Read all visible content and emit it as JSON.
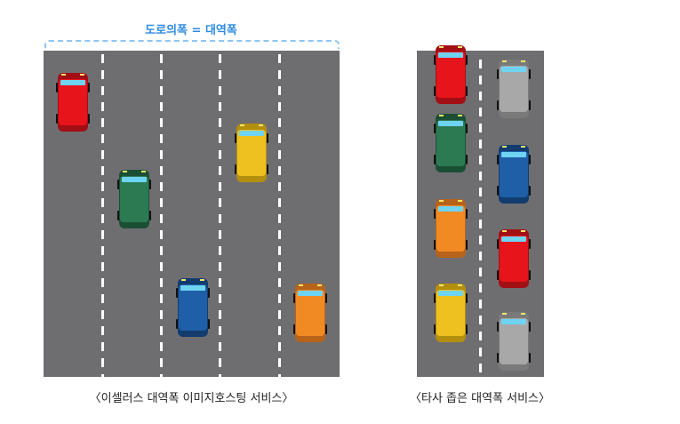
{
  "diagram": {
    "road_width_label": "도로의폭 = 대역폭",
    "caption_left": "〈이셀러스 대역폭 이미지호스팅 서비스〉",
    "caption_right": "〈타사 좁은 대역폭 서비스〉"
  },
  "colors": {
    "road": "#6e6e71",
    "lane_line": "#ffffff",
    "label_blue": "#2e8be0",
    "bracket_blue": "#8ec6f0",
    "windshield": "#6fd3f2",
    "headlight": "#f5e56b",
    "wheel": "#111111"
  },
  "cars": {
    "wide_road": [
      {
        "name": "car-red",
        "color": "#e8141c",
        "dark": "#a20f15"
      },
      {
        "name": "car-green",
        "color": "#2c7a52",
        "dark": "#1b4f33"
      },
      {
        "name": "car-yellow",
        "color": "#eec120",
        "dark": "#b38f0f"
      },
      {
        "name": "car-blue",
        "color": "#1f5fa8",
        "dark": "#123c6e"
      },
      {
        "name": "car-orange",
        "color": "#f28a24",
        "dark": "#b8631a"
      }
    ],
    "narrow_road": [
      {
        "name": "car-red",
        "color": "#e8141c",
        "dark": "#a20f15"
      },
      {
        "name": "car-green",
        "color": "#2c7a52",
        "dark": "#1b4f33"
      },
      {
        "name": "car-orange",
        "color": "#f28a24",
        "dark": "#b8631a"
      },
      {
        "name": "car-yellow",
        "color": "#eec120",
        "dark": "#b38f0f"
      },
      {
        "name": "car-gray",
        "color": "#a8a8a8",
        "dark": "#7a7a7a"
      },
      {
        "name": "car-blue",
        "color": "#1f5fa8",
        "dark": "#123c6e"
      },
      {
        "name": "car-red",
        "color": "#e8141c",
        "dark": "#a20f15"
      },
      {
        "name": "car-gray",
        "color": "#a8a8a8",
        "dark": "#7a7a7a"
      }
    ]
  }
}
